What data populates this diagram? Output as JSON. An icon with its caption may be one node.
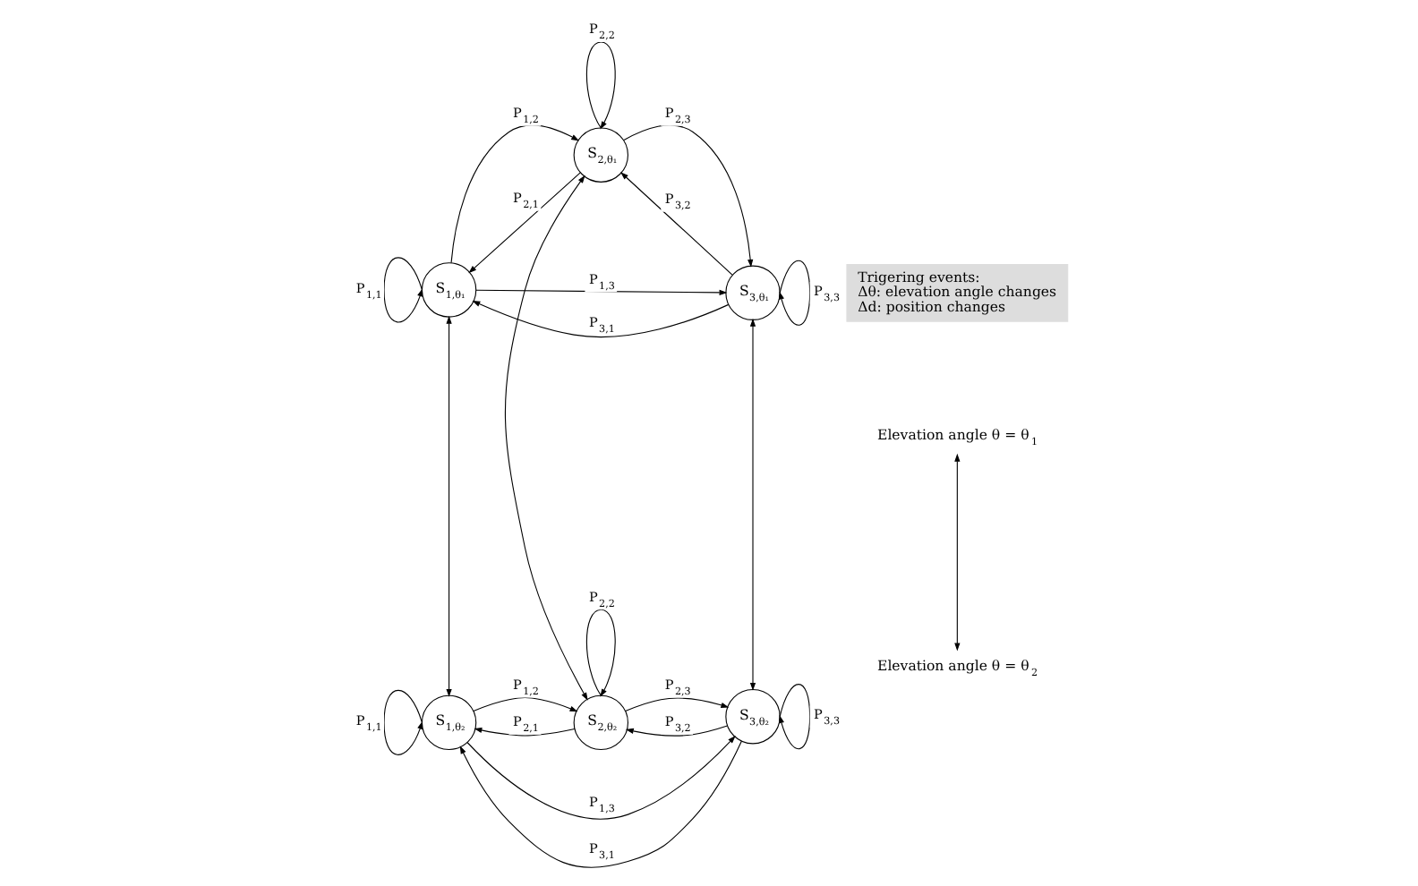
{
  "diagram": {
    "nodes": [
      {
        "text": [
          "S$_{1,θ₁}$"
        ]
      },
      {
        "text": [
          "S$_{2,θ₁}$"
        ]
      },
      {
        "text": [
          "S$_{3,θ₁}$"
        ]
      },
      {
        "text": [
          "S$_{1,θ₂}$"
        ]
      },
      {
        "text": [
          "S$_{2,θ₂}$"
        ]
      },
      {
        "text": [
          "S$_{3,θ₂}$"
        ]
      },
      {
        "text": [
          "Elevation angle θ = θ$_{1}$"
        ]
      },
      {
        "text": [
          "Elevation angle θ = θ$_{2}$"
        ]
      },
      {
        "text": [
          "Trigering events:",
          "Δθ: elevation angle changes",
          "Δd: position changes"
        ]
      }
    ],
    "edges": [
      {
        "from": 0,
        "to": 0,
        "arrow": "to",
        "label": "P$_{1,1}$"
      },
      {
        "from": 0,
        "to": 1,
        "arrow": "to",
        "label": "P$_{1,2}$"
      },
      {
        "from": 1,
        "to": 1,
        "arrow": "to",
        "label": "P$_{2,2}$"
      },
      {
        "from": 1,
        "to": 2,
        "arrow": "to",
        "label": "P$_{2,3}$"
      },
      {
        "from": 0,
        "to": 2,
        "arrow": "to",
        "label": "P$_{1,3}$"
      },
      {
        "from": 2,
        "to": 2,
        "arrow": "to",
        "label": "P$_{3,3}$"
      },
      {
        "from": 1,
        "to": 0,
        "arrow": "to",
        "label": "P$_{2,1}$"
      },
      {
        "from": 2,
        "to": 1,
        "arrow": "to",
        "label": "P$_{3,2}$"
      },
      {
        "from": 2,
        "to": 0,
        "arrow": "to",
        "label": "P$_{3,1}$"
      },
      {
        "from": 0,
        "to": 3,
        "arrow": "both"
      },
      {
        "from": 1,
        "to": 4,
        "arrow": "both"
      },
      {
        "from": 2,
        "to": 5,
        "arrow": "both"
      },
      {
        "from": 3,
        "to": 3,
        "arrow": "to",
        "label": "P$_{1,1}$"
      },
      {
        "from": 3,
        "to": 4,
        "arrow": "to",
        "label": "P$_{1,2}$"
      },
      {
        "from": 4,
        "to": 5,
        "arrow": "to",
        "label": "P$_{2,3}$"
      },
      {
        "from": 3,
        "to": 5,
        "arrow": "to",
        "label": "P$_{1,3}$"
      },
      {
        "from": 5,
        "to": 5,
        "arrow": "to",
        "label": "P$_{3,3}$"
      },
      {
        "from": 4,
        "to": 3,
        "arrow": "to",
        "label": "P$_{2,1}$"
      },
      {
        "from": 4,
        "to": 4,
        "arrow": "to",
        "label": "P$_{2,2}$"
      },
      {
        "from": 5,
        "to": 4,
        "arrow": "to",
        "label": "P$_{3,2}$"
      },
      {
        "from": 5,
        "to": 3,
        "arrow": "to",
        "label": "P$_{3,1}$"
      },
      {
        "from": 6,
        "to": 7,
        "arrow": "both"
      }
    ]
  }
}
